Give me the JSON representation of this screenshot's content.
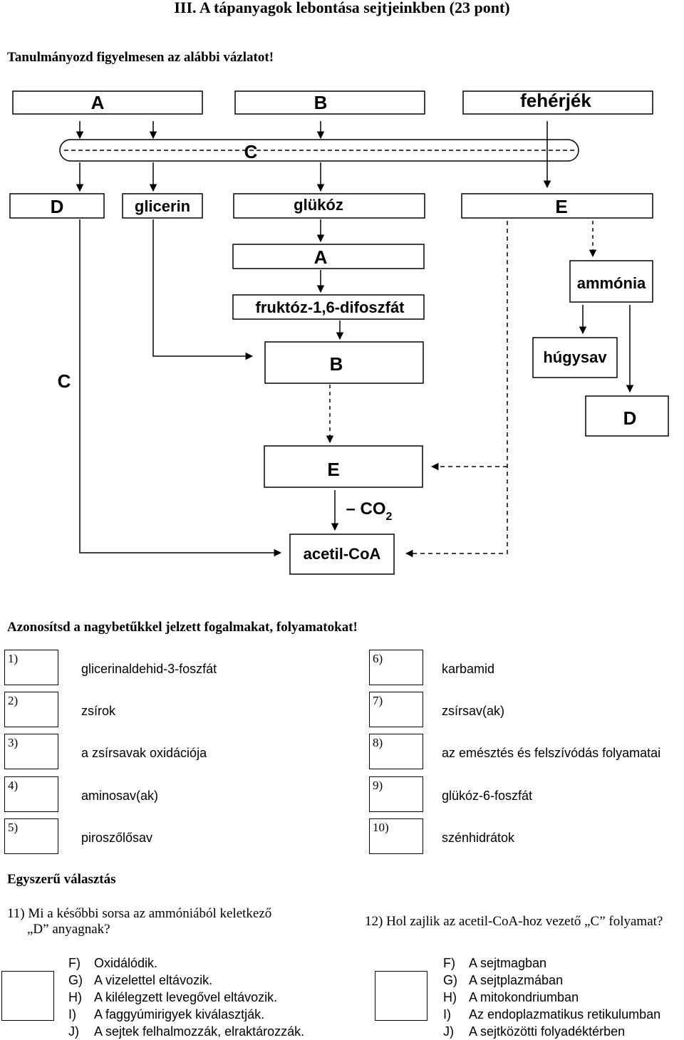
{
  "title": "III. A tápanyagok lebontása sejtjeinkben (23 pont)",
  "instruction": "Tanulmányozd figyelmesen az alábbi vázlatot!",
  "diagram": {
    "top_boxes": [
      "A",
      "B",
      "fehérjék"
    ],
    "c_bar": "C",
    "second_row": [
      "D",
      "glicerin",
      "glükóz",
      "E"
    ],
    "chain": [
      "A",
      "fruktóz-1,6-difoszfát",
      "B",
      "E",
      "acetil-CoA"
    ],
    "co2_label": "– CO",
    "co2_sub": "2",
    "right_chain": [
      "ammónia",
      "húgysav",
      "D"
    ],
    "left_c": "C"
  },
  "identify_prompt": "Azonosítsd a nagybetűkkel jelzett fogalmakat, folyamatokat!",
  "matching": {
    "left": [
      {
        "num": "1)",
        "text": "glicerinaldehid-3-foszfát"
      },
      {
        "num": "2)",
        "text": "zsírok"
      },
      {
        "num": "3)",
        "text": "a zsírsavak oxidációja"
      },
      {
        "num": "4)",
        "text": "aminosav(ak)"
      },
      {
        "num": "5)",
        "text": "piroszőlősav"
      }
    ],
    "right": [
      {
        "num": "6)",
        "text": "karbamid"
      },
      {
        "num": "7)",
        "text": "zsírsav(ak)"
      },
      {
        "num": "8)",
        "text": "az emésztés és felszívódás folyamatai"
      },
      {
        "num": "9)",
        "text": "glükóz-6-foszfát"
      },
      {
        "num": "10)",
        "text": "szénhidrátok"
      }
    ]
  },
  "section_title": "Egyszerű választás",
  "q11": {
    "line1": "11) Mi a későbbi sorsa az ammóniából keletkező",
    "line2": "„D” anyagnak?",
    "options": [
      {
        "letter": "F)",
        "text": "Oxidálódik."
      },
      {
        "letter": "G)",
        "text": "A vizelettel eltávozik."
      },
      {
        "letter": "H)",
        "text": "A kilélegzett levegővel eltávozik."
      },
      {
        "letter": "I)",
        "text": "A faggyúmirigyek kiválasztják."
      },
      {
        "letter": "J)",
        "text": "A sejtek felhalmozzák, elraktározzák."
      }
    ]
  },
  "q12": {
    "line1": "12) Hol zajlik az acetil-CoA-hoz vezető „C” folyamat?",
    "options": [
      {
        "letter": "F)",
        "text": "A sejtmagban"
      },
      {
        "letter": "G)",
        "text": "A sejtplazmában"
      },
      {
        "letter": "H)",
        "text": "A mitokondriumban"
      },
      {
        "letter": "I)",
        "text": "Az endoplazmatikus retikulumban"
      },
      {
        "letter": "J)",
        "text": "A sejtközötti folyadéktérben"
      }
    ]
  }
}
